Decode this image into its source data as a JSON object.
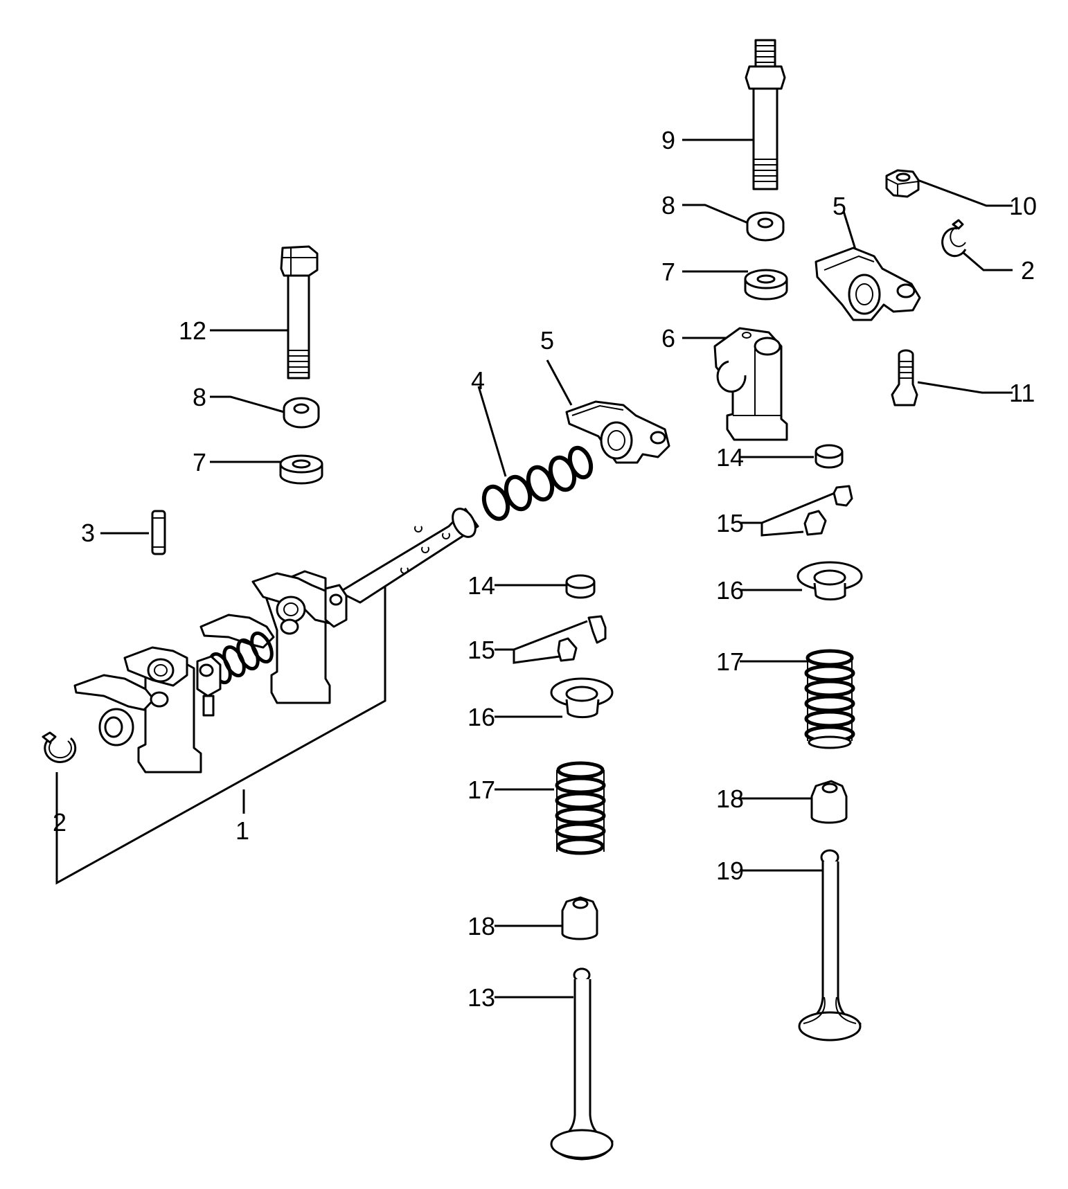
{
  "labels": {
    "1": "1",
    "2": "2",
    "3": "3",
    "4": "4",
    "5": "5",
    "6": "6",
    "7": "7",
    "8": "8",
    "9": "9",
    "10": "10",
    "11": "11",
    "12": "12",
    "13": "13",
    "14": "14",
    "15": "15",
    "16": "16",
    "17": "17",
    "18": "18",
    "19": "19"
  },
  "parts": {
    "1": "rocker-shaft-assembly",
    "2": "circlip",
    "3": "pin",
    "4": "spring",
    "5": "rocker-arm",
    "6": "rocker-bracket",
    "7": "washer",
    "8": "lock-washer",
    "9": "stud",
    "10": "nut",
    "11": "adjusting-screw",
    "12": "bolt",
    "13": "intake-valve",
    "14": "valve-cap",
    "15": "valve-collets",
    "16": "spring-retainer",
    "17": "valve-spring",
    "18": "valve-stem-seal",
    "19": "exhaust-valve"
  },
  "colors": {
    "line": "#000000",
    "background": "#ffffff"
  }
}
